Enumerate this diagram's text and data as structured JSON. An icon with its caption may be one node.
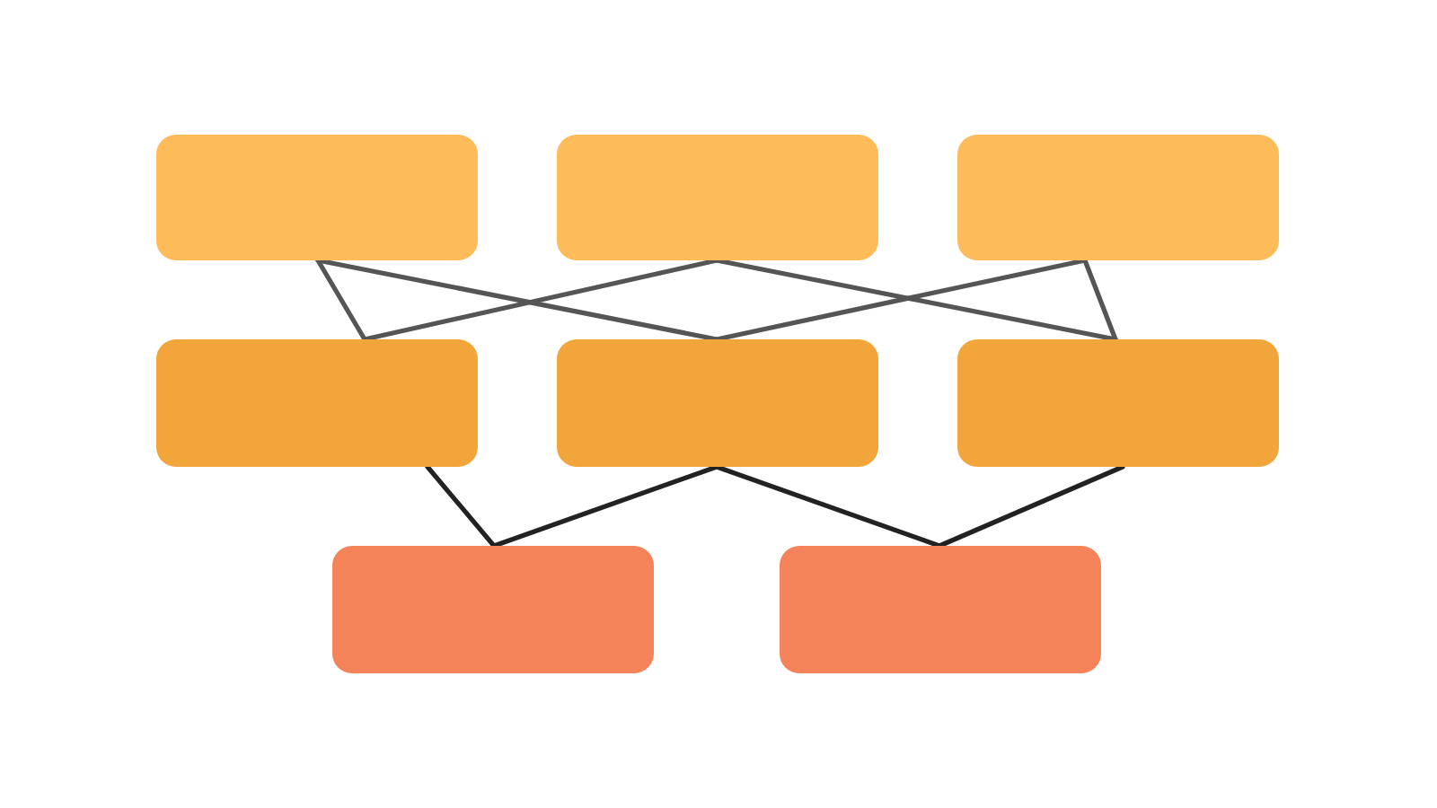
{
  "diagram": {
    "nodes": [
      {
        "text": [],
        "shape": "box"
      },
      {
        "text": [],
        "shape": "box"
      },
      {
        "text": [],
        "shape": "box"
      },
      {
        "text": [],
        "shape": "box"
      },
      {
        "text": [],
        "shape": "box"
      },
      {
        "text": [],
        "shape": "box"
      },
      {
        "text": [],
        "shape": "box"
      },
      {
        "text": [],
        "shape": "box"
      }
    ],
    "edges": [
      {
        "from": 0,
        "to": 3,
        "arrow": "none"
      },
      {
        "from": 0,
        "to": 4,
        "arrow": "none"
      },
      {
        "from": 1,
        "to": 3,
        "arrow": "none"
      },
      {
        "from": 1,
        "to": 5,
        "arrow": "none"
      },
      {
        "from": 2,
        "to": 4,
        "arrow": "none"
      },
      {
        "from": 2,
        "to": 5,
        "arrow": "none"
      },
      {
        "from": 3,
        "to": 6,
        "arrow": "none",
        "color": "#222222"
      },
      {
        "from": 4,
        "to": 6,
        "arrow": "none",
        "color": "#222222"
      },
      {
        "from": 4,
        "to": 7,
        "arrow": "none",
        "color": "#222222"
      },
      {
        "from": 5,
        "to": 7,
        "arrow": "none",
        "color": "#222222"
      }
    ]
  }
}
